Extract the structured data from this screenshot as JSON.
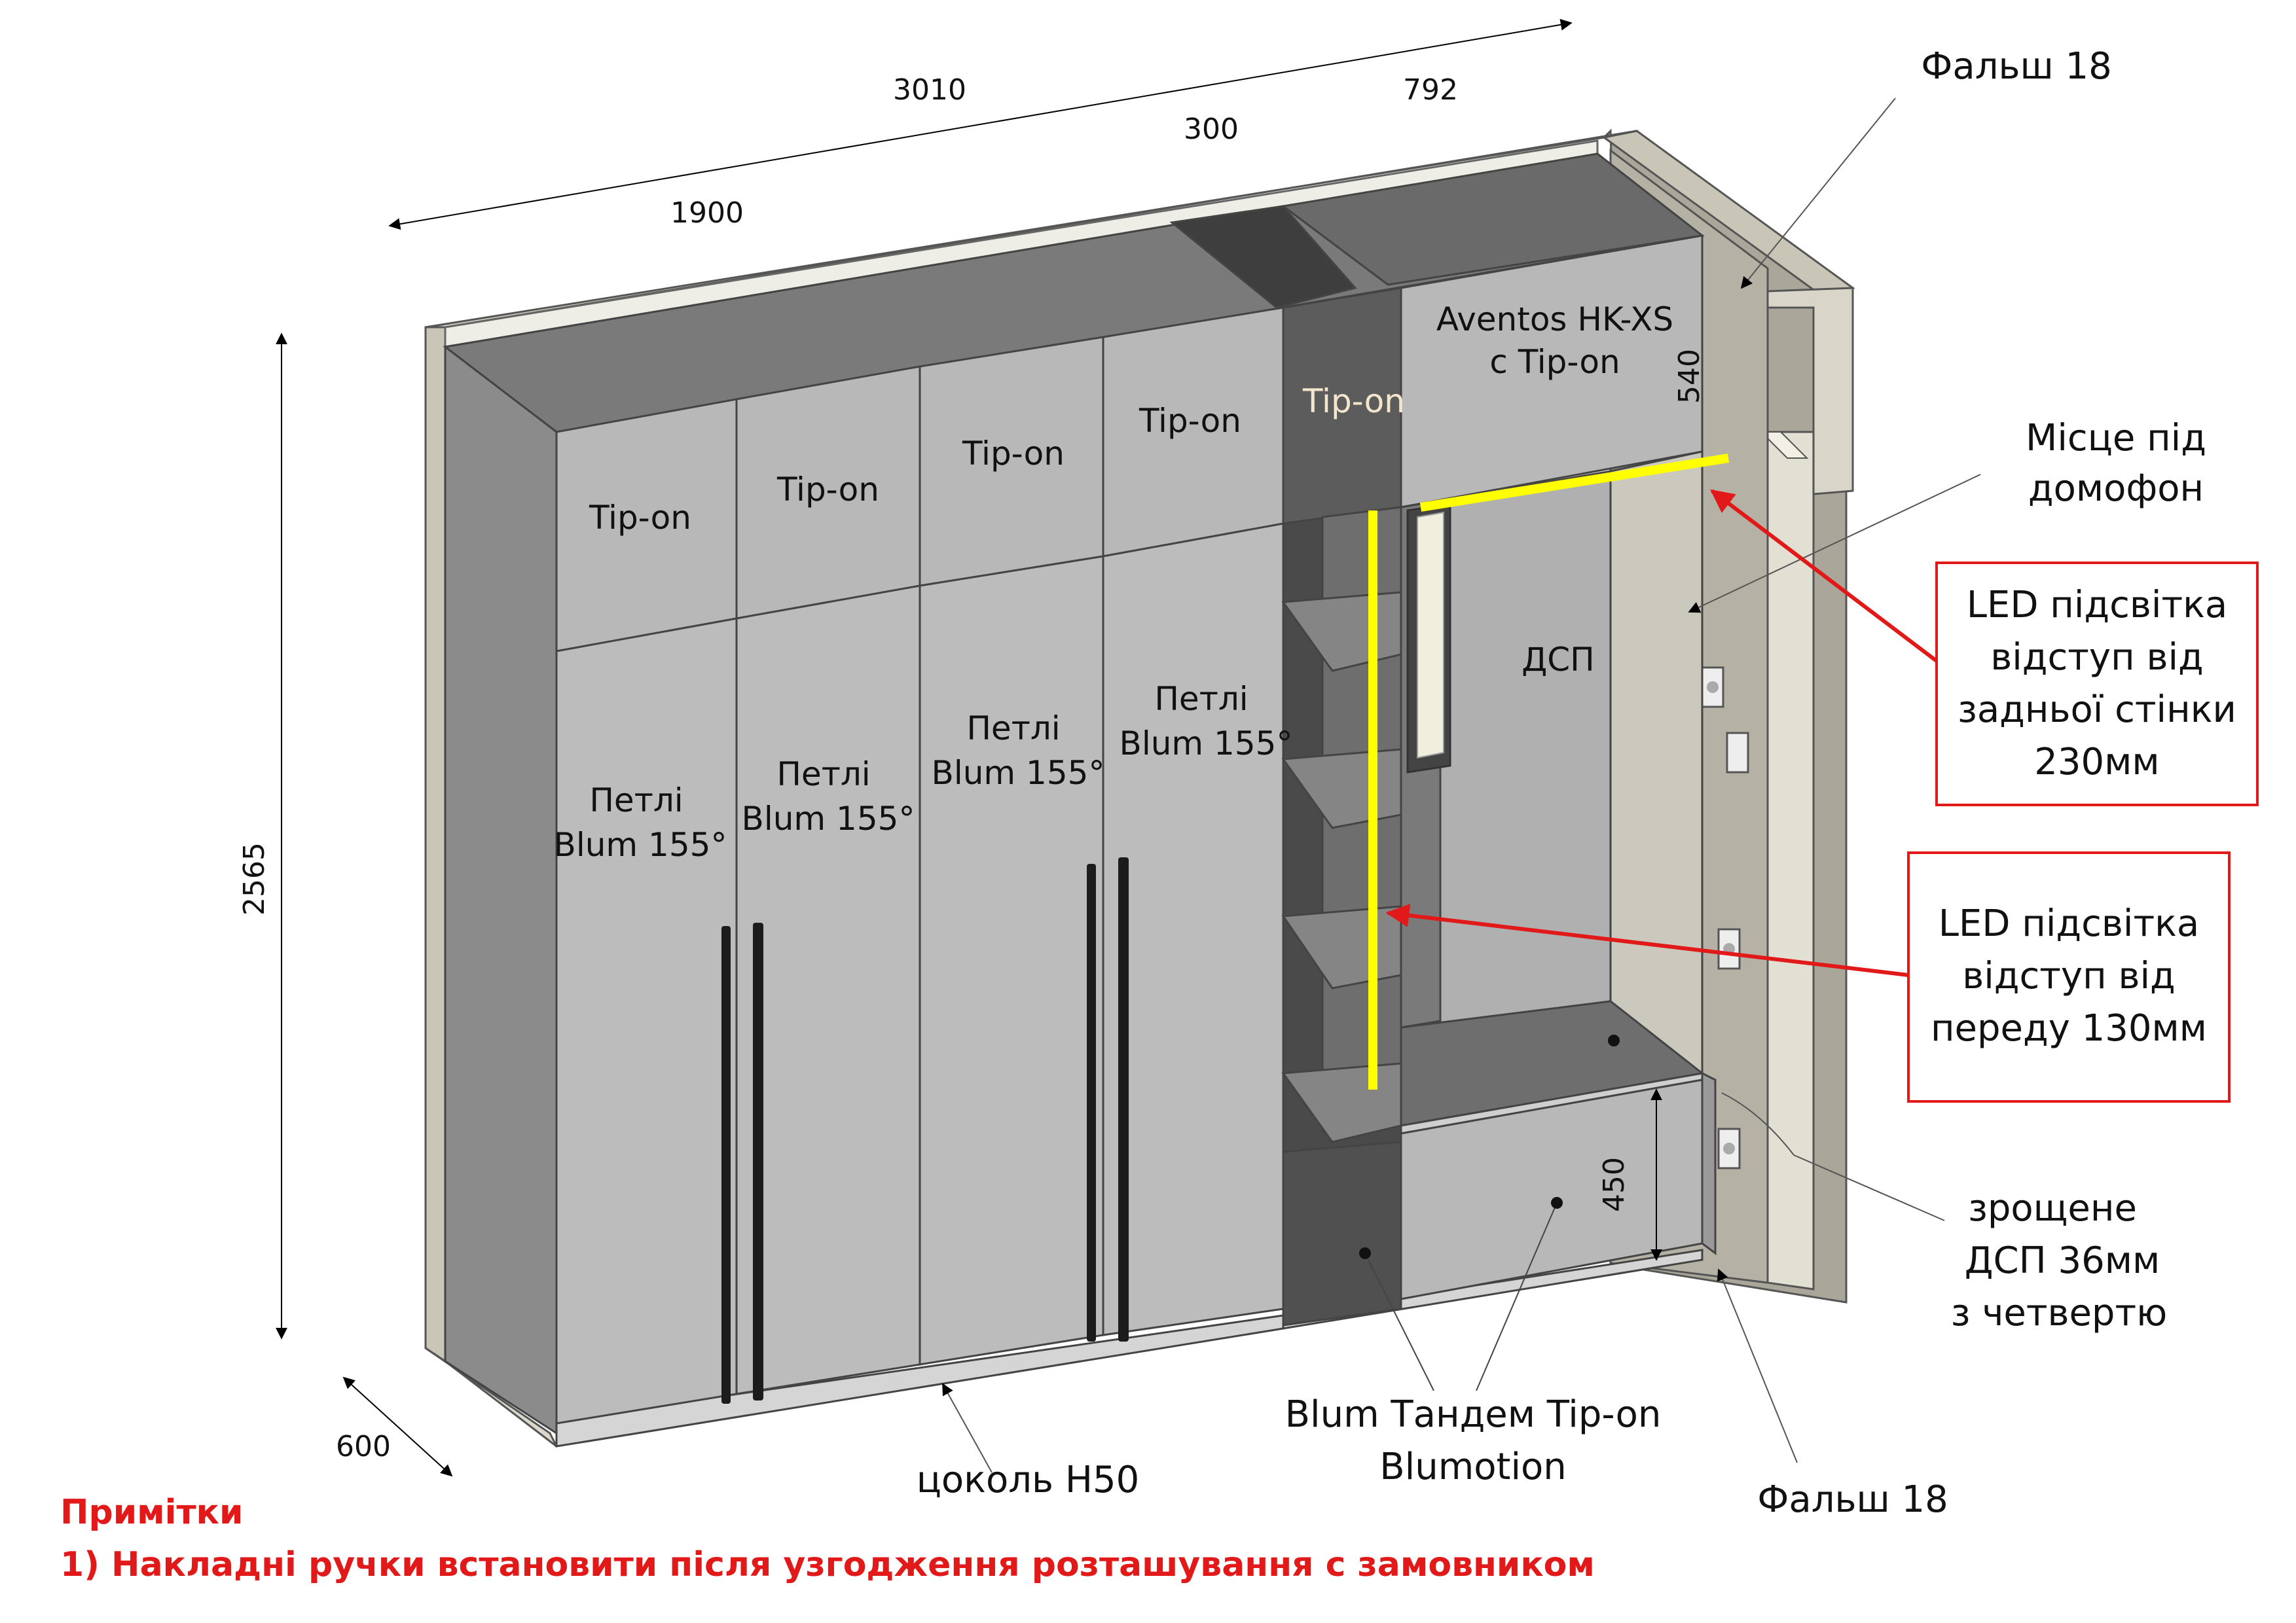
{
  "dimensions": {
    "overall_width": "3010",
    "left_width": "1900",
    "middle_width": "300",
    "right_width": "792",
    "height": "2565",
    "depth": "600",
    "aventos_height": "540",
    "bench_height": "450"
  },
  "labels": {
    "falsh_top": "Фальш 18",
    "falsh_bottom": "Фальш 18",
    "tip_on": "Tip-on",
    "hinges_line1": "Петлі",
    "hinges_line2": "Blum 155°",
    "aventos_line1": "Aventos HK-XS",
    "aventos_line2": "с Tip-on",
    "dsp": "ДСП",
    "intercom_line1": "Місце під",
    "intercom_line2": "домофон",
    "plinth": "цоколь H50",
    "tandem_line1": "Blum Тандем Tip-on",
    "tandem_line2": "Blumotion",
    "glued_line1": "зрощене",
    "glued_line2": "ДСП 36мм",
    "glued_line3": "з четвертю"
  },
  "callouts": {
    "led_back": [
      "LED підсвітка",
      "відступ від",
      "задньої стінки",
      "230мм"
    ],
    "led_front": [
      "LED підсвітка",
      "відступ від",
      "переду 130мм"
    ]
  },
  "notes": {
    "title": "Примітки",
    "item1": "1) Накладні ручки встановити після узгодження розташування с замовником"
  },
  "colors": {
    "panel_light": "#b8b8b8",
    "panel_dark": "#5a5a5a",
    "wall": "#aaa79a",
    "led": "#ffff00",
    "callout": "#e11919"
  }
}
